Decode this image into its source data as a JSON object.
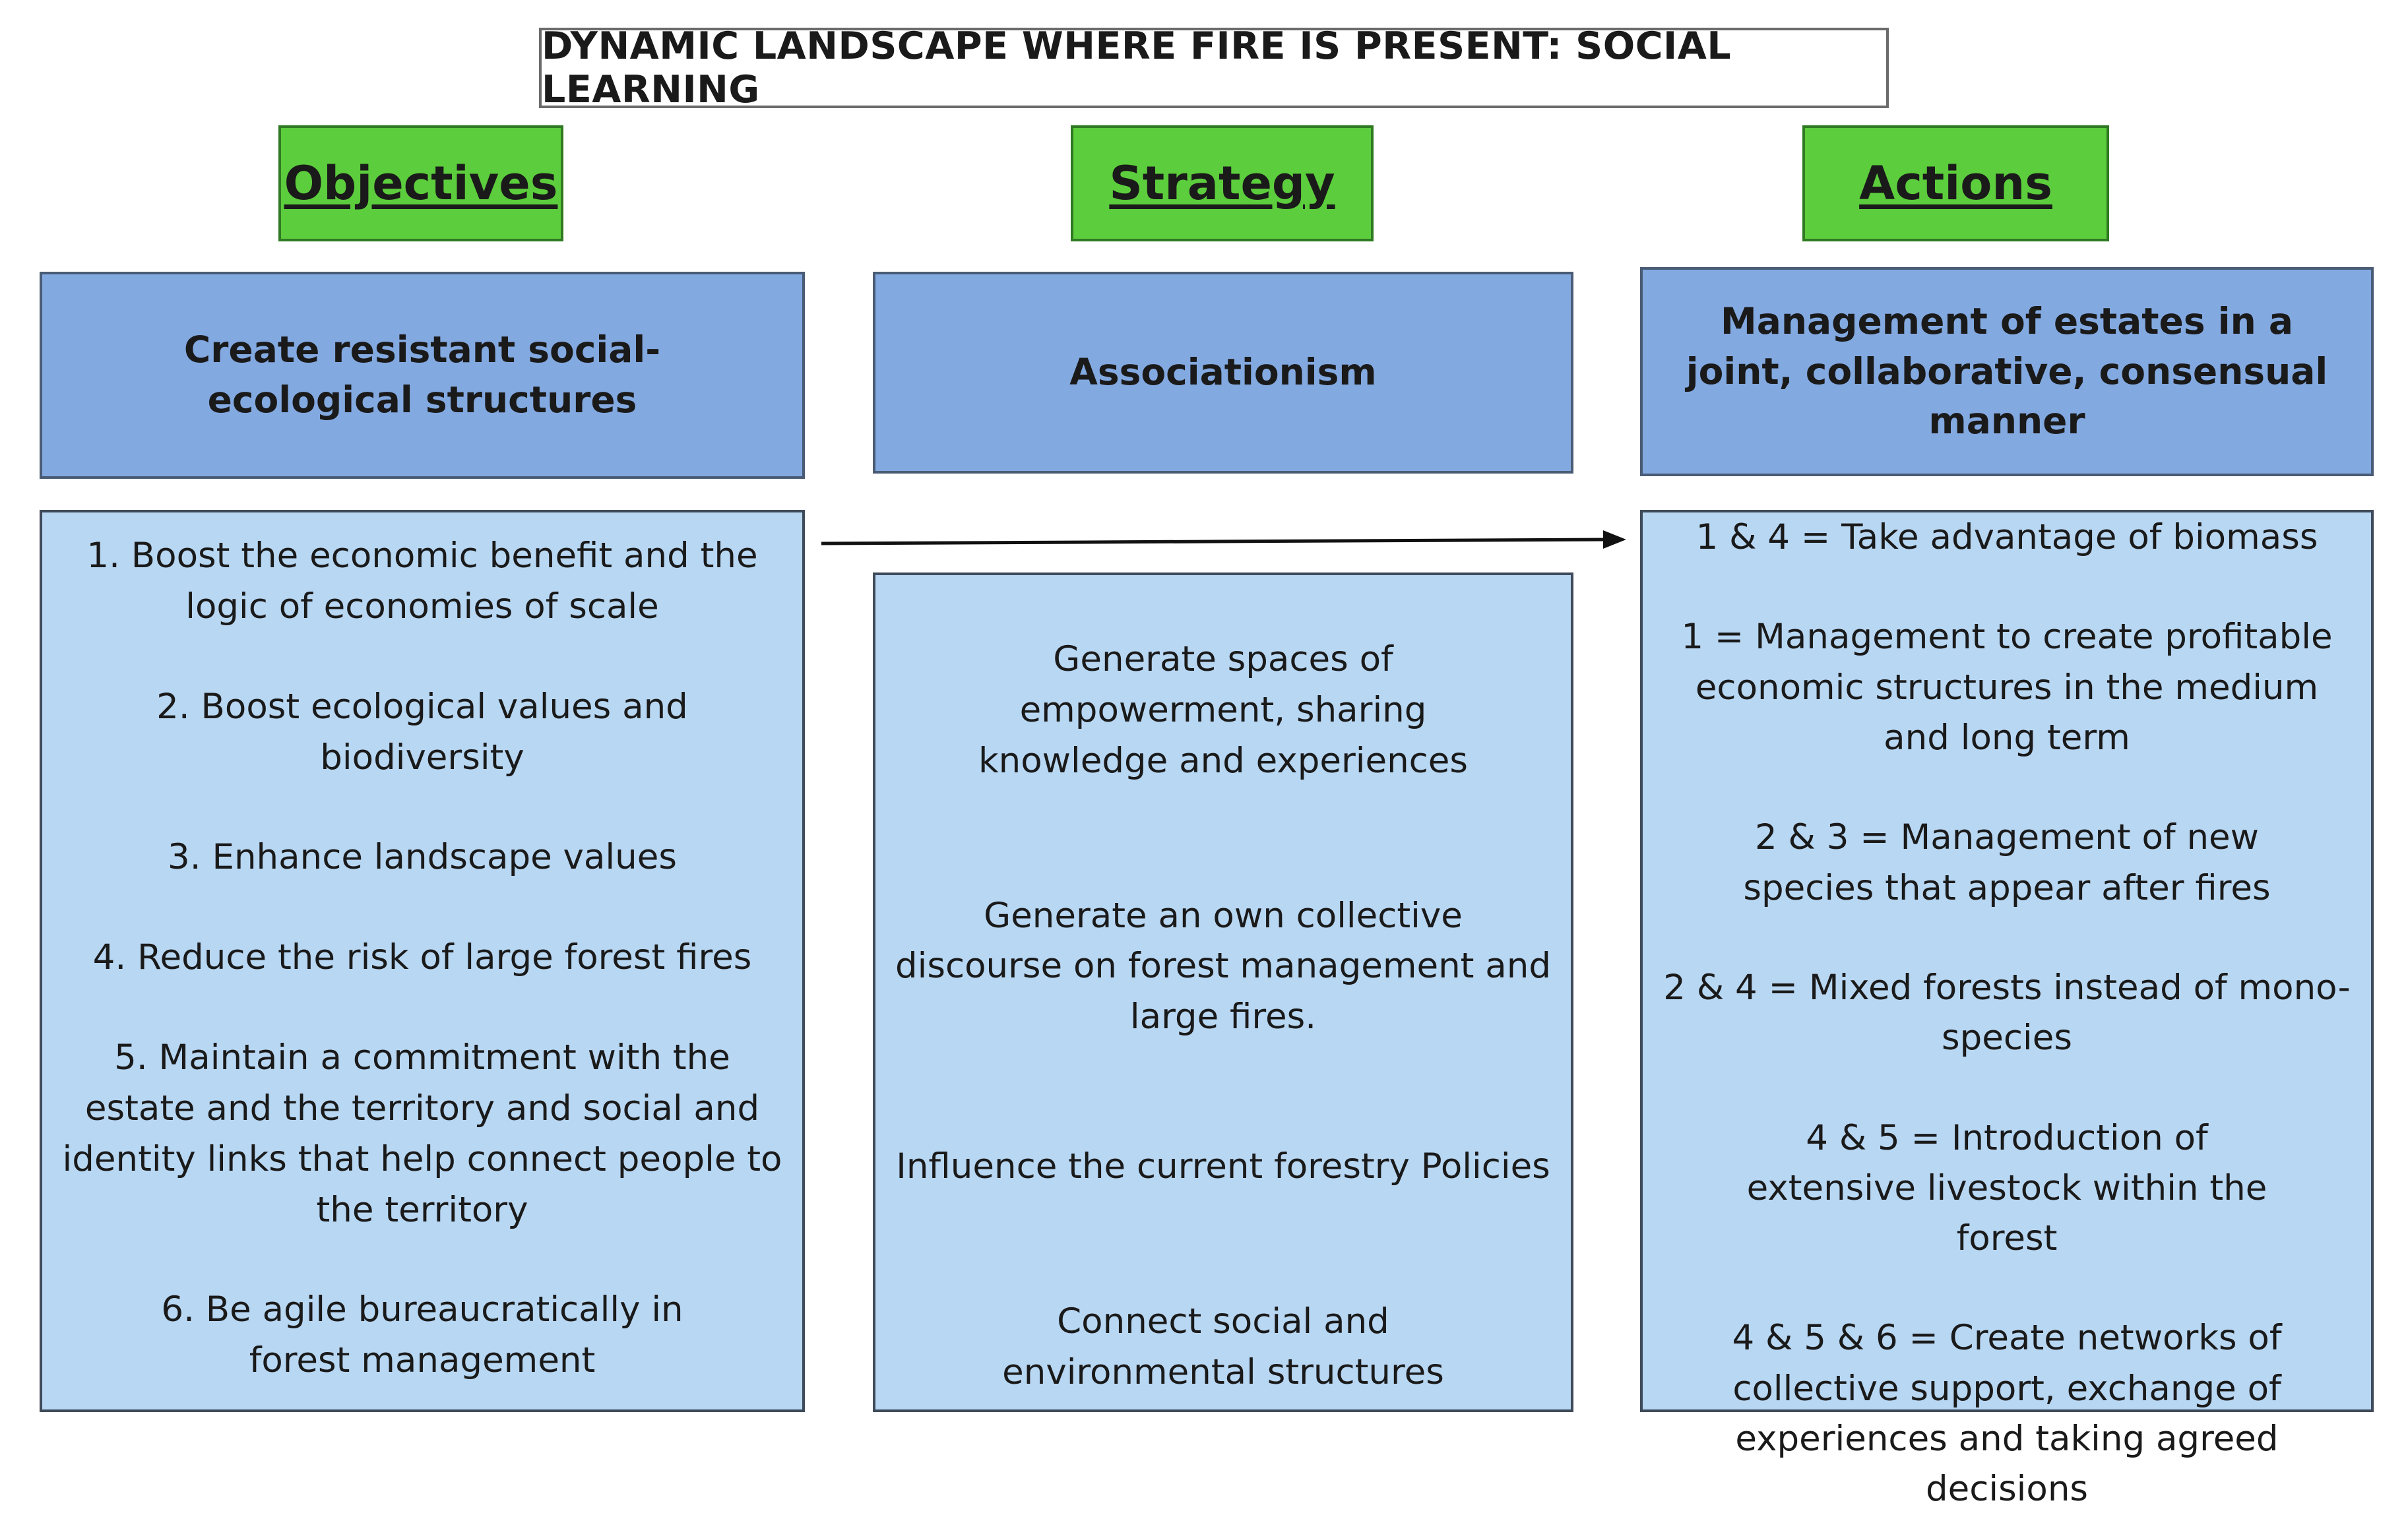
{
  "title": "DYNAMIC LANDSCAPE WHERE FIRE IS PRESENT: SOCIAL LEARNING",
  "headers": {
    "objectives": "Objectives",
    "strategy": "Strategy",
    "actions": "Actions"
  },
  "summary": {
    "objectives": "Create resistant social-ecological structures",
    "strategy": "Associationism",
    "actions": "Management of estates in a joint, collaborative, consensual manner"
  },
  "objectives_list": [
    "1. Boost the economic benefit and the logic of economies of scale",
    "2. Boost ecological values and biodiversity",
    "3. Enhance landscape values",
    "4. Reduce the risk of large forest fires",
    "5. Maintain a commitment with the estate and the territory and social and identity links that help connect people to the territory",
    "6. Be agile bureaucratically in forest management"
  ],
  "strategy_list": [
    "Generate spaces of empowerment, sharing knowledge and experiences",
    "Generate an own collective discourse on forest management  and large fires.",
    "Influence the current forestry Policies",
    "Connect social and environmental structures"
  ],
  "actions_list": [
    "1 & 4 = Take advantage of biomass",
    "1 = Management to create profitable economic structures in the medium and long term",
    "2 & 3 = Management of new species that appear after fires",
    "2 & 4 = Mixed forests instead of mono-species",
    "4 & 5 = Introduction of extensive livestock within the forest",
    "4 & 5 & 6 = Create networks of collective support, exchange of experiences and taking agreed decisions"
  ]
}
